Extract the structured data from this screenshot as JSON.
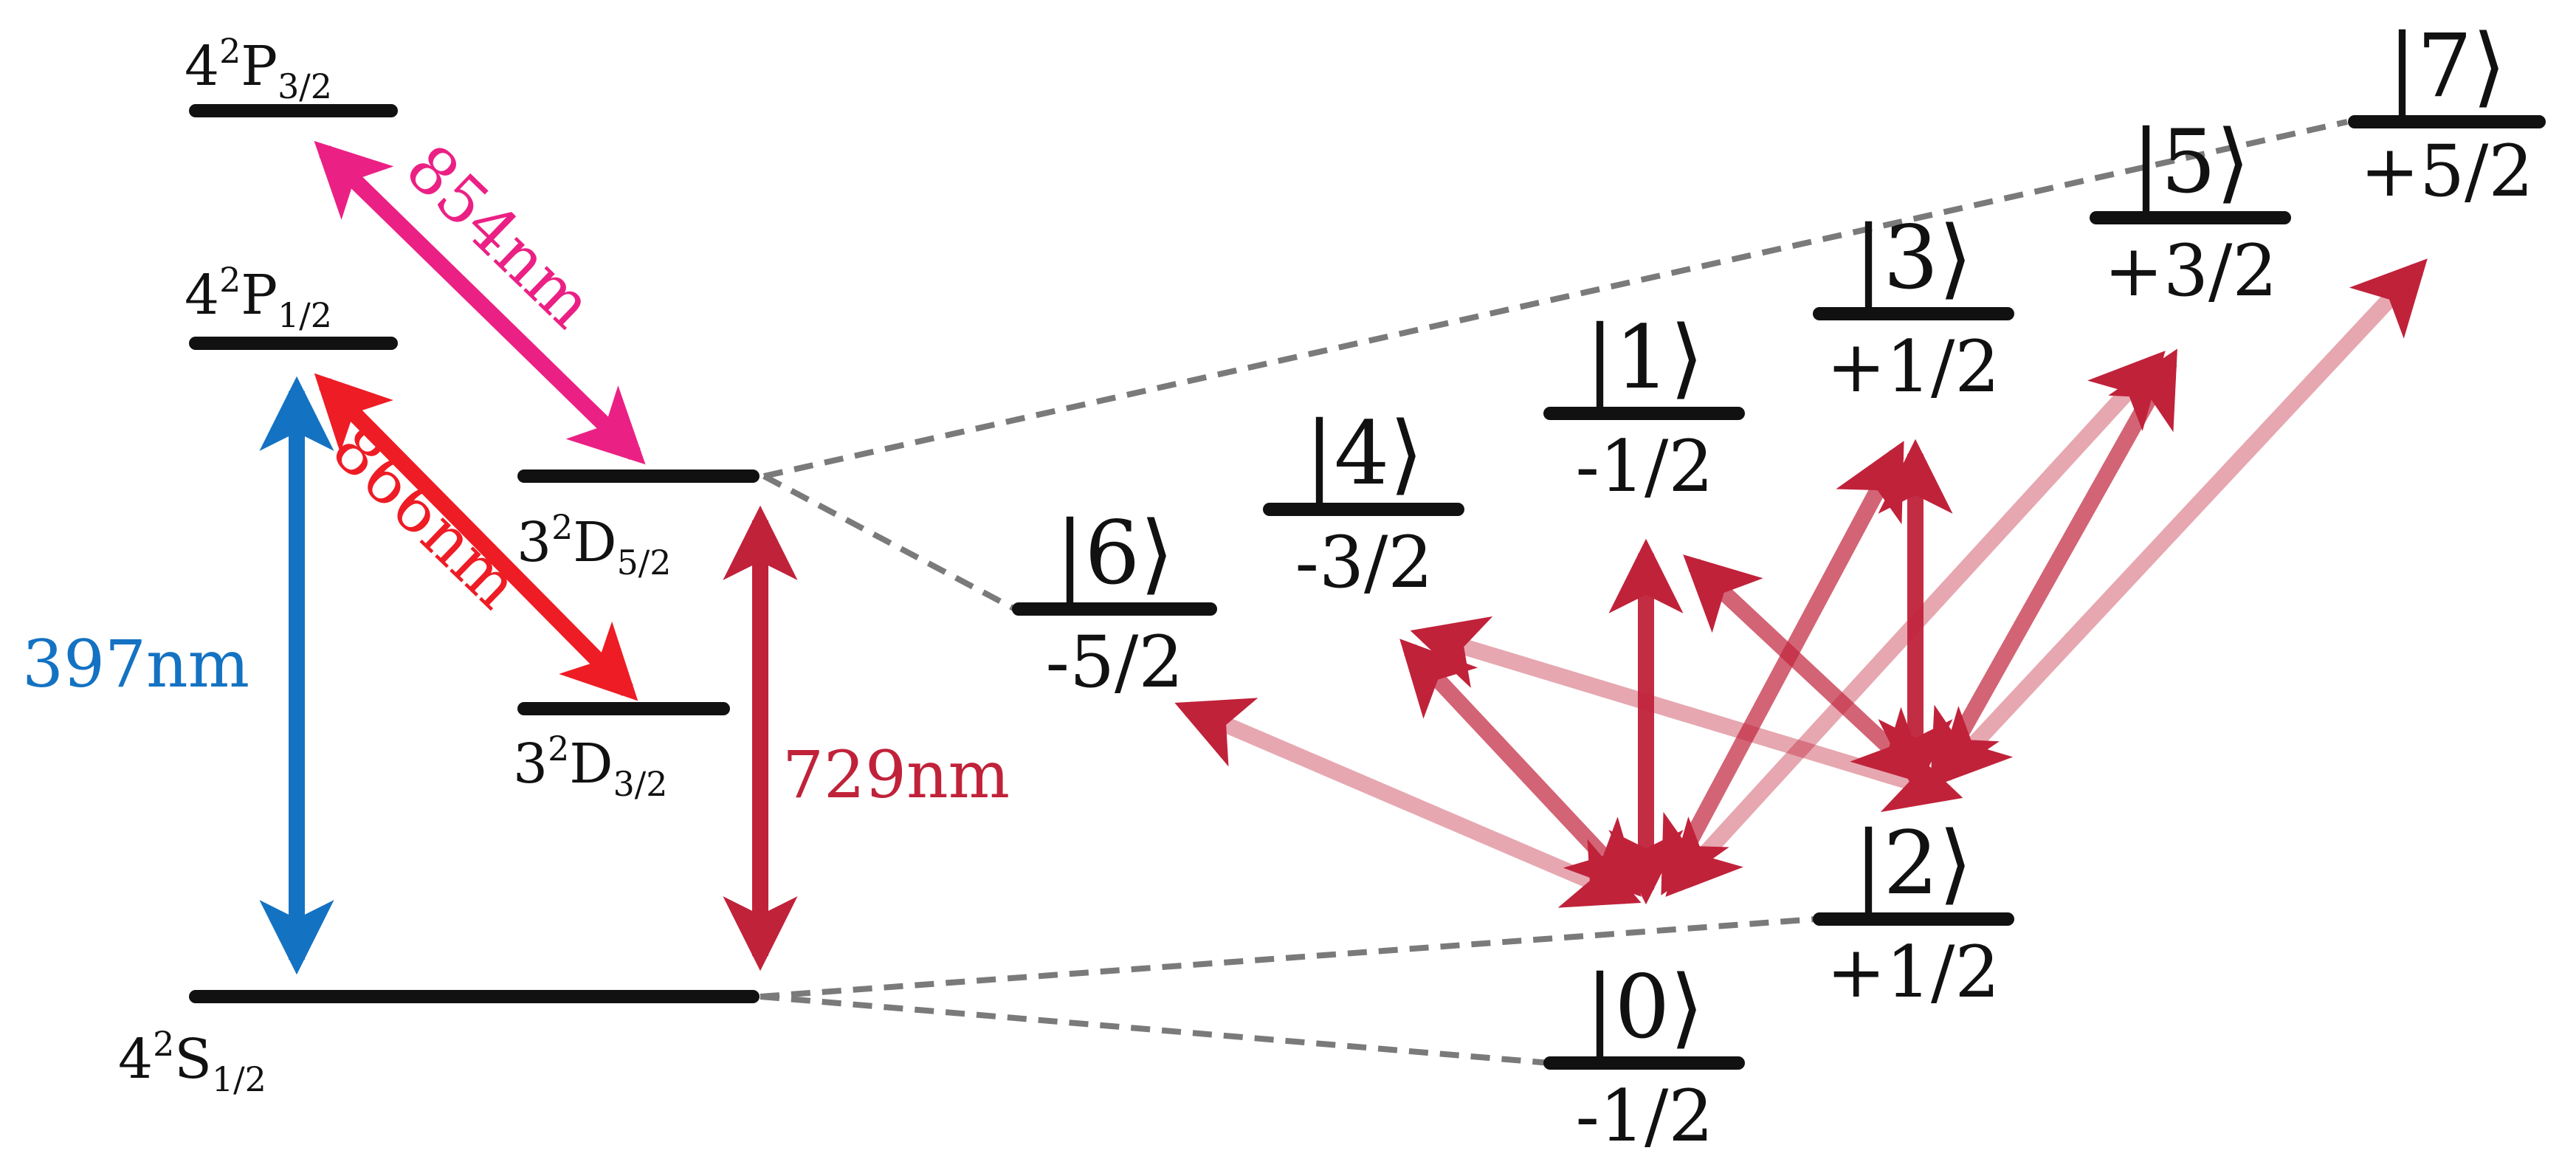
{
  "colors": {
    "level": "#111111",
    "dashed": "#7a7a7a",
    "blue_397": "#1472c2",
    "red_866": "#ee1c24",
    "pink_854": "#eb2084",
    "crimson_729": "#c0223a"
  },
  "levels": {
    "p32": {
      "prefix": "4",
      "sup": "2",
      "letter": "P",
      "sub": "3/2"
    },
    "p12": {
      "prefix": "4",
      "sup": "2",
      "letter": "P",
      "sub": "1/2"
    },
    "d52": {
      "prefix": "3",
      "sup": "2",
      "letter": "D",
      "sub": "5/2"
    },
    "d32": {
      "prefix": "3",
      "sup": "2",
      "letter": "D",
      "sub": "3/2"
    },
    "s12": {
      "prefix": "4",
      "sup": "2",
      "letter": "S",
      "sub": "1/2"
    }
  },
  "transitions": {
    "t397": "397nm",
    "t854": "854nm",
    "t866": "866nm",
    "t729": "729nm"
  },
  "zeeman": {
    "s0": {
      "ket": "|0⟩",
      "m": "-1/2"
    },
    "s1": {
      "ket": "|1⟩",
      "m": "-1/2"
    },
    "s2": {
      "ket": "|2⟩",
      "m": "+1/2"
    },
    "s3": {
      "ket": "|3⟩",
      "m": "+1/2"
    },
    "s4": {
      "ket": "|4⟩",
      "m": "-3/2"
    },
    "s5": {
      "ket": "|5⟩",
      "m": "+3/2"
    },
    "s6": {
      "ket": "|6⟩",
      "m": "-5/2"
    },
    "s7": {
      "ket": "|7⟩",
      "m": "+5/2"
    }
  }
}
